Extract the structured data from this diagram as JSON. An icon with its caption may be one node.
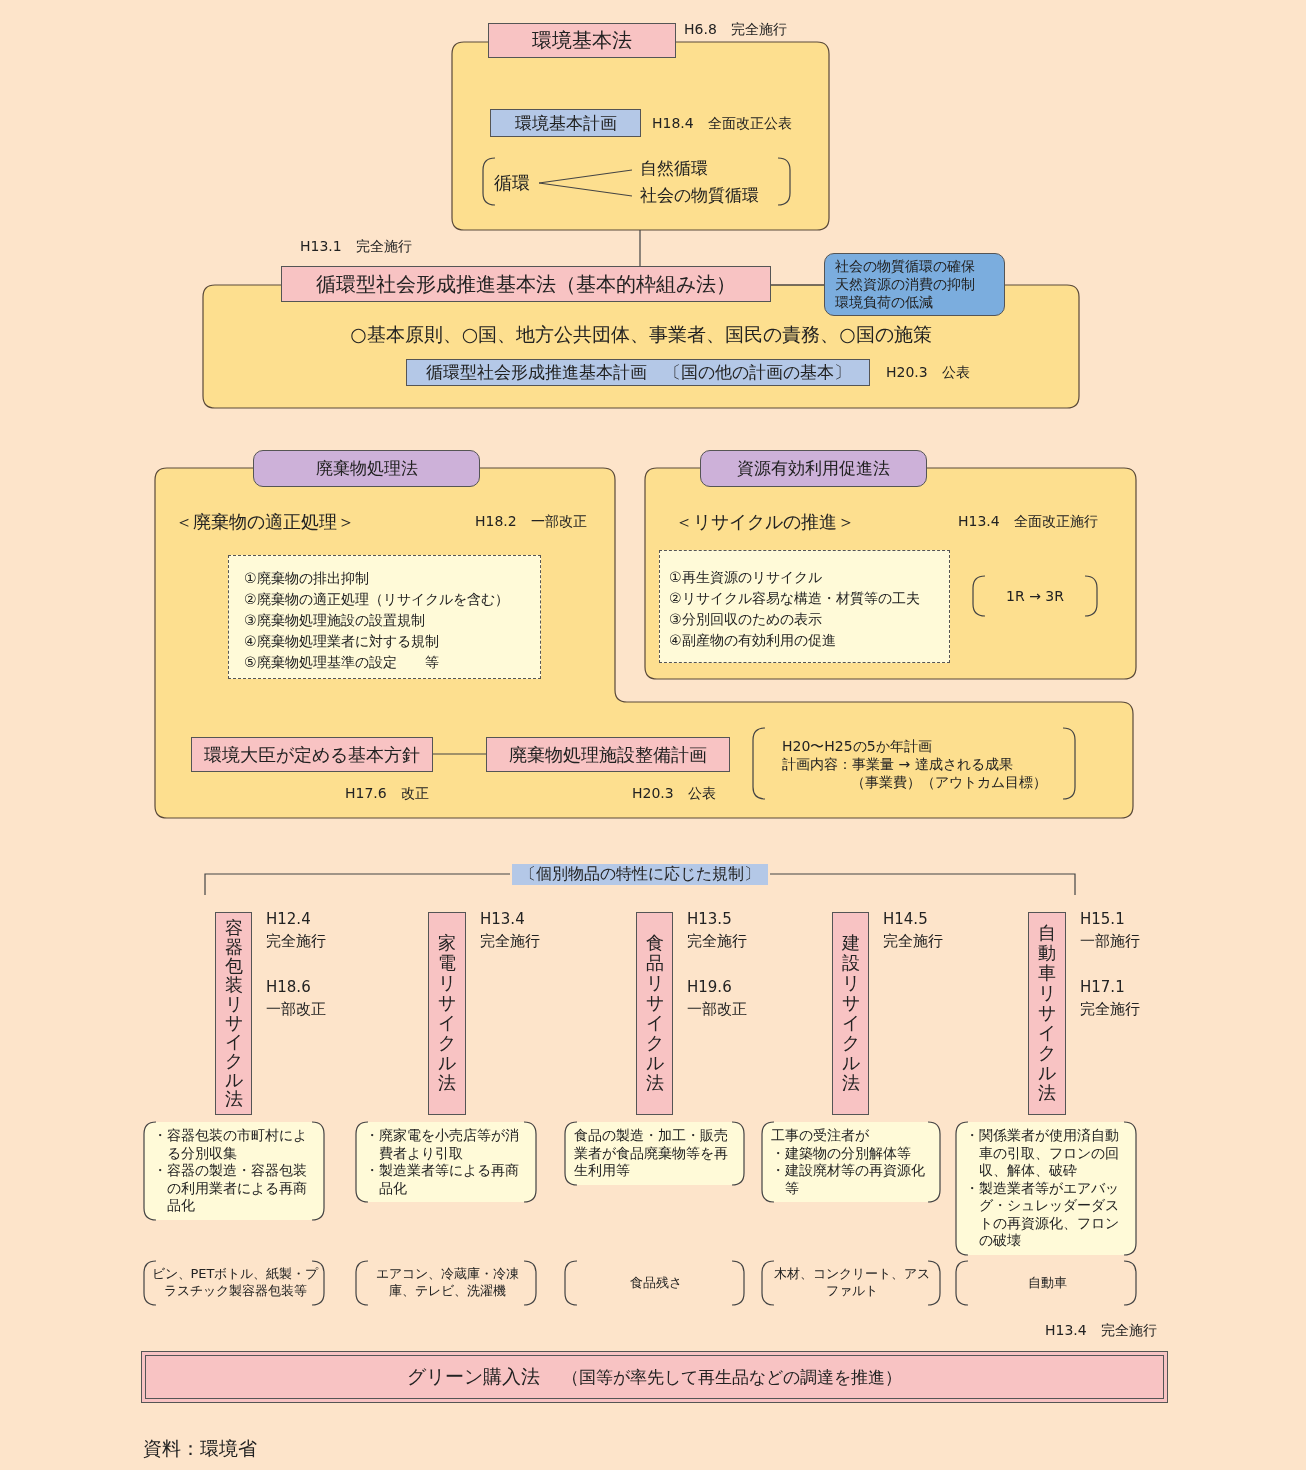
{
  "diagram": {
    "caption": "資料：環境省",
    "nodes": [
      {
        "text": [
          "環境基本法"
        ],
        "beside": [
          "H6.8　完全施行"
        ]
      },
      {
        "text": [
          "環境基本計画"
        ],
        "in": 0,
        "beside": [
          "H18.4　全面改正公表"
        ]
      },
      {
        "text": [
          "循環"
        ],
        "in": 0
      },
      {
        "text": [
          "自然循環"
        ],
        "in": 0
      },
      {
        "text": [
          "社会の物質循環"
        ],
        "in": 0
      },
      {
        "text": [
          "循環型社会形成推進基本法（基本的枠組み法）",
          "○基本原則、○国、地方公共団体、事業者、国民の責務、○国の施策"
        ],
        "beside": [
          "H13.1　完全施行"
        ]
      },
      {
        "text": [
          "循環型社会形成推進基本計画　〔国の他の計画の基本〕"
        ],
        "in": 5,
        "beside": [
          "H20.3　公表"
        ]
      },
      {
        "text": [
          "社会の物質循環の確保",
          "天然資源の消費の抑制",
          "環境負荷の低減"
        ]
      },
      {
        "text": [
          "廃棄物処理法",
          "＜廃棄物の適正処理＞"
        ],
        "beside": [
          "H18.2　一部改正"
        ]
      },
      {
        "text": [
          "①廃棄物の排出抑制",
          "②廃棄物の適正処理（リサイクルを含む）",
          "③廃棄物処理施設の設置規制",
          "④廃棄物処理業者に対する規制",
          "⑤廃棄物処理基準の設定　　等"
        ],
        "in": 8
      },
      {
        "text": [
          "資源有効利用促進法",
          "＜リサイクルの推進＞"
        ],
        "beside": [
          "H13.4　全面改正施行"
        ]
      },
      {
        "text": [
          "①再生資源のリサイクル",
          "②リサイクル容易な構造・材質等の工夫",
          "③分別回収のための表示",
          "④副産物の有効利用の促進"
        ],
        "in": 10
      },
      {
        "text": [
          "1R → 3R"
        ],
        "in": 10
      },
      {
        "text": [
          "環境大臣が定める基本方針"
        ],
        "in": 8,
        "beside": [
          "H17.6　改正"
        ]
      },
      {
        "text": [
          "廃棄物処理施設整備計画"
        ],
        "in": 8,
        "beside": [
          "H20.3　公表"
        ]
      },
      {
        "text": [
          "H20〜H25の5か年計画",
          "計画内容：事業量 → 達成される成果",
          "（事業費）（アウトカム目標）"
        ],
        "in": 8
      },
      {
        "text": [
          "容器包装リサイクル法"
        ],
        "beside": [
          "H12.4",
          "完全施行",
          "H18.6",
          "一部改正"
        ]
      },
      {
        "text": [
          "家電リサイクル法"
        ],
        "beside": [
          "H13.4",
          "完全施行"
        ]
      },
      {
        "text": [
          "食品リサイクル法"
        ],
        "beside": [
          "H13.5",
          "完全施行",
          "H19.6",
          "一部改正"
        ]
      },
      {
        "text": [
          "建設リサイクル法"
        ],
        "beside": [
          "H14.5",
          "完全施行"
        ]
      },
      {
        "text": [
          "自動車リサイクル法"
        ],
        "beside": [
          "H15.1",
          "一部施行",
          "H17.1",
          "完全施行"
        ]
      },
      {
        "text": [
          "・容器包装の市町村による分別収集",
          "・容器の製造・容器包装の利用業者による再商品化"
        ]
      },
      {
        "text": [
          "・廃家電を小売店等が消費者より引取",
          "・製造業者等による再商品化"
        ]
      },
      {
        "text": [
          "食品の製造・加工・販売業者が食品廃棄物等を再生利用等"
        ]
      },
      {
        "text": [
          "工事の受注者が",
          "・建築物の分別解体等",
          "・建設廃材等の再資源化等"
        ]
      },
      {
        "text": [
          "・関係業者が使用済自動車の引取、フロンの回収、解体、破砕",
          "・製造業者等がエアバッグ・シュレッダーダストの再資源化、フロンの破壊"
        ]
      },
      {
        "text": [
          "ビン、PETボトル、紙製・プラスチック製容器包装等"
        ]
      },
      {
        "text": [
          "エアコン、冷蔵庫・冷凍庫、テレビ、洗濯機"
        ]
      },
      {
        "text": [
          "食品残さ"
        ]
      },
      {
        "text": [
          "木材、コンクリート、アスファルト"
        ]
      },
      {
        "text": [
          "自動車"
        ]
      },
      {
        "text": [
          "グリーン購入法",
          "（国等が率先して再生品などの調達を推進）"
        ],
        "beside": [
          "H13.4　完全施行"
        ]
      }
    ],
    "edges": [
      {
        "from": 0,
        "to": 5,
        "arrow": "none"
      },
      {
        "from": 2,
        "to": 3,
        "arrow": "none"
      },
      {
        "from": 2,
        "to": 4,
        "arrow": "none"
      },
      {
        "from": 5,
        "to": 7,
        "arrow": "none"
      },
      {
        "from": 13,
        "to": 14,
        "arrow": "none"
      }
    ],
    "labels": [
      "〔個別物品の特性に応じた規制〕"
    ]
  }
}
